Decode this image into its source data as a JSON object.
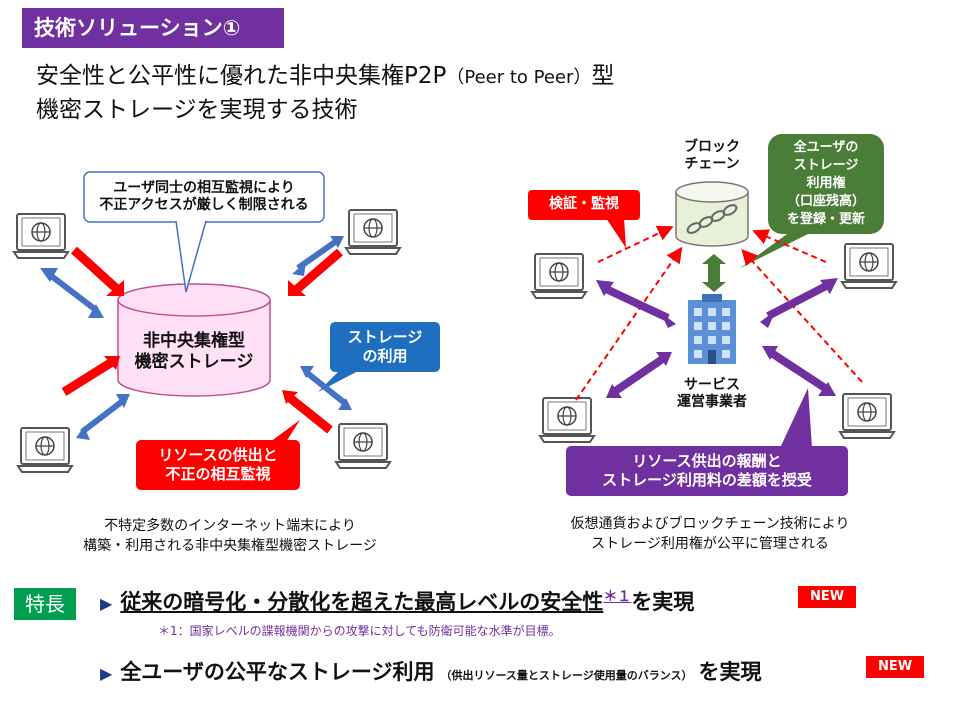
{
  "title": "技術ソリューション①",
  "headline": {
    "line1_main": "安全性と公平性に優れた非中央集権P2P",
    "line1_paren": "（Peer to Peer）",
    "line1_end": "型",
    "line2": "機密ストレージを実現する技術"
  },
  "left_diagram": {
    "center_label": [
      "非中央集権型",
      "機密ストレージ"
    ],
    "callout_top": [
      "ユーザ同士の相互監視により",
      "不正アクセスが厳しく制限される"
    ],
    "callout_storage": [
      "ストレージ",
      "の利用"
    ],
    "callout_resource": [
      "リソースの供出と",
      "不正の相互監視"
    ],
    "caption": [
      "不特定多数のインターネット端末により",
      "構築・利用される非中央集権型機密ストレージ"
    ]
  },
  "right_diagram": {
    "blockchain_label": [
      "ブロック",
      "チェーン"
    ],
    "verify_label": "検証・監視",
    "rights_label": [
      "全ユーザの",
      "ストレージ",
      "利用権",
      "（口座残高）",
      "を登録・更新"
    ],
    "operator_label": [
      "サービス",
      "運営事業者"
    ],
    "reward_label": [
      "リソース供出の報酬と",
      "ストレージ利用料の差額を授受"
    ],
    "caption": [
      "仮想通貨およびブロックチェーン技術により",
      "ストレージ利用権が公平に管理される"
    ]
  },
  "features": {
    "label": "特長",
    "item1": "従来の暗号化・分散化を超えた最高レベルの安全性",
    "item1_mark": "＊１",
    "item1_end": "を実現",
    "item1_badge": "NEW",
    "note": "＊1：国家レベルの諜報機関からの攻撃に対しても防衛可能な水準が目標。",
    "item2": "全ユーザの公平なストレージ利用",
    "item2_paren": "（供出リソース量とストレージ使用量のバランス）",
    "item2_end": "を実現",
    "item2_badge": "NEW"
  },
  "colors": {
    "purple": "#7030a0",
    "red": "#ff0000",
    "blue": "#4472c4",
    "green": "#00a050",
    "storage_fill": "#ffe0f4",
    "callout_blue": "#1f6fc0"
  },
  "icons": [
    "laptop-globe-icon",
    "database-icon",
    "blockchain-icon",
    "building-icon",
    "double-arrow-icon"
  ]
}
